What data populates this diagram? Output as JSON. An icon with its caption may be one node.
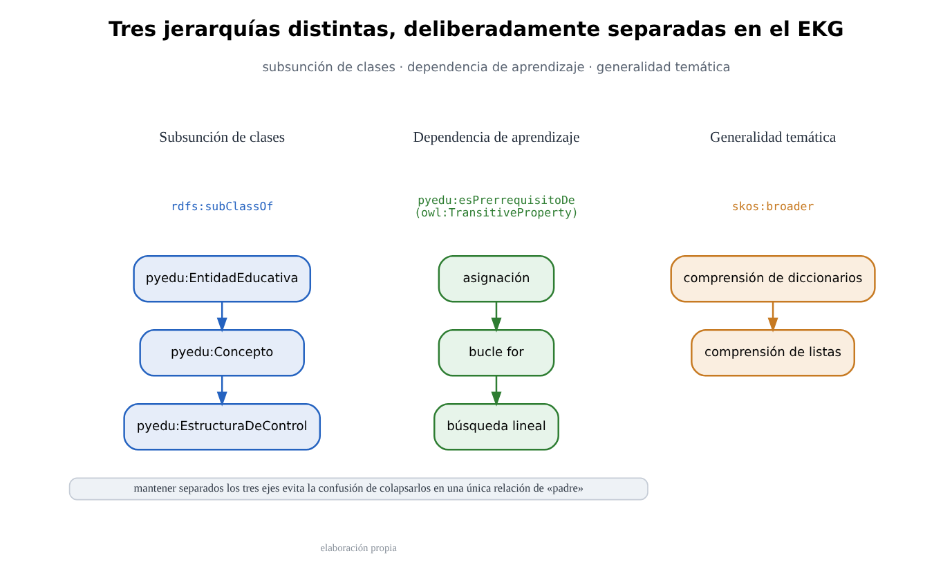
{
  "diagram": {
    "title": "Tres jerarquías distintas, deliberadamente separadas en el EKG",
    "caption": "elaboración propia",
    "nodes": [
      {
        "text": [
          "pyedu:EntidadEducativa"
        ]
      },
      {
        "text": [
          "pyedu:Concepto"
        ]
      },
      {
        "text": [
          "pyedu:EstructuraDeControl"
        ]
      },
      {
        "text": [
          "asignación"
        ]
      },
      {
        "text": [
          "bucle for"
        ]
      },
      {
        "text": [
          "búsqueda lineal"
        ]
      },
      {
        "text": [
          "comprensión de diccionarios"
        ]
      },
      {
        "text": [
          "comprensión de listas"
        ]
      }
    ],
    "edges": [
      {
        "from": 0,
        "to": 1,
        "arrow": "to",
        "color": "#2563c0"
      },
      {
        "from": 1,
        "to": 2,
        "arrow": "to",
        "color": "#2563c0"
      },
      {
        "from": 3,
        "to": 4,
        "arrow": "to",
        "color": "#2e7d32"
      },
      {
        "from": 4,
        "to": 5,
        "arrow": "to",
        "color": "#2e7d32"
      },
      {
        "from": 6,
        "to": 7,
        "arrow": "to",
        "color": "#c77a22"
      }
    ],
    "labels": [
      "subsunción de clases · dependencia de aprendizaje · generalidad temática",
      "Subsunción de clases",
      "Dependencia de aprendizaje",
      "Generalidad temática",
      "rdfs:subClassOf",
      "pyedu:esPrerrequisitoDe (owl:TransitiveProperty)",
      "skos:broader",
      "mantener separados los tres ejes evita la confusión de colapsarlos en una única relación de «padre»"
    ]
  }
}
